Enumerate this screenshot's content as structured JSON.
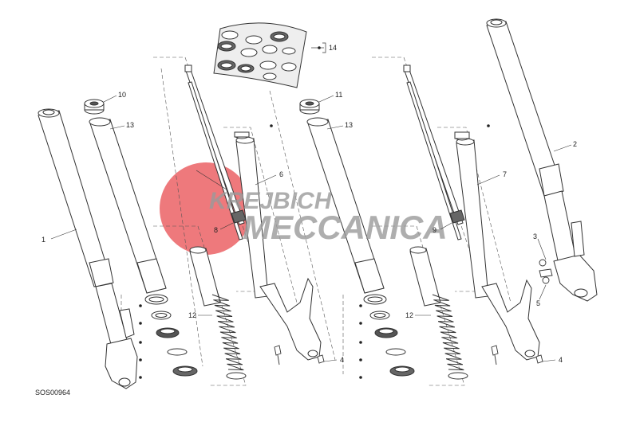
{
  "diagram": {
    "callouts": {
      "c1": "1",
      "c2": "2",
      "c3": "3",
      "c4a": "4",
      "c4b": "4",
      "c5": "5",
      "c6": "6",
      "c7": "7",
      "c8": "8",
      "c9": "9",
      "c10": "10",
      "c11": "11",
      "c12a": "12",
      "c12b": "12",
      "c13a": "13",
      "c13b": "13",
      "c14": "14"
    },
    "drawing_code": "SOS00964"
  },
  "watermark": {
    "line1": "KREJBICH",
    "line2": "MECCANICA",
    "circle_color": "#e8474a",
    "text_color": "#9a9a9a"
  },
  "colors": {
    "line": "#333333",
    "dash": "#555555"
  }
}
